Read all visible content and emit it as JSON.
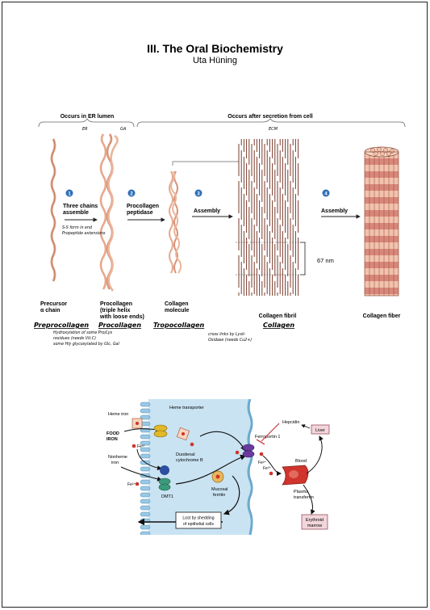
{
  "header": {
    "title": "III. The Oral Biochemistry",
    "author": "Uta Hüning"
  },
  "collagen": {
    "occurs_er": "Occurs in ER lumen",
    "occurs_secretion": "Occurs after secretion from cell",
    "er": "ER",
    "ga": "GA",
    "ecm": "ECM",
    "step1": "1",
    "step1_label_l1": "Three chains",
    "step1_label_l2": "assemble",
    "step1_note_l1": "S-S form in end",
    "step1_note_l2": "Propeptide extensions",
    "step2": "2",
    "step2_label_l1": "Procollagen",
    "step2_label_l2": "peptidase",
    "step3": "3",
    "step3_label": "Assembly",
    "step4": "4",
    "step4_label": "Assembly",
    "measure": "67 nm",
    "stage1_l1": "Precursor",
    "stage1_l2": "α chain",
    "stage2_l1": "Procollagen",
    "stage2_l2": "(triple helix",
    "stage2_l3": "with loose ends)",
    "stage3_l1": "Collagen",
    "stage3_l2": "molecule",
    "stage4": "Collagen fibril",
    "stage5": "Collagen fiber",
    "hw_preprocollagen": "Preprocollagen",
    "hw_procollagen": "Procollagen",
    "hw_tropocollagen": "Tropocollagen",
    "hw_collagen": "Collagen",
    "hw_note1_l1": "Hydroxylation of some Pro/Lys",
    "hw_note1_l2": "residues (needs Vit.C)",
    "hw_note1_l3": "some Hly glycosylated by Glc, Gal",
    "hw_note2_l1": "cross links by Lysil-",
    "hw_note2_l2": "Oxidase (needs Cu2+)"
  },
  "iron": {
    "heme_iron": "Heme iron",
    "heme_transporter": "Heme transporter",
    "food_l1": "FOOD",
    "food_l2": "IRON",
    "fe3": "Fe³⁺",
    "nonheme_l1": "Nonheme",
    "nonheme_l2": "iron",
    "duodenal_l1": "Duodenal",
    "duodenal_l2": "cytochrome B",
    "fe2_left": "Fe²⁺",
    "dmt1": "DMT1",
    "mucosal_l1": "Mucosal",
    "mucosal_l2": "ferritin",
    "lost_l1": "Lost by shedding",
    "lost_l2": "of epithelial cells",
    "hepcidin": "Hepcidin",
    "liver": "Liver",
    "ferroportin": "Ferroportin 1",
    "fe2_mid": "Fe²⁺",
    "fe3_blood": "Fe³⁺",
    "blood": "Blood",
    "plasma_l1": "Plasma",
    "plasma_l2": "transferrin",
    "erythroid_l1": "Erythroid",
    "erythroid_l2": "marrow"
  }
}
